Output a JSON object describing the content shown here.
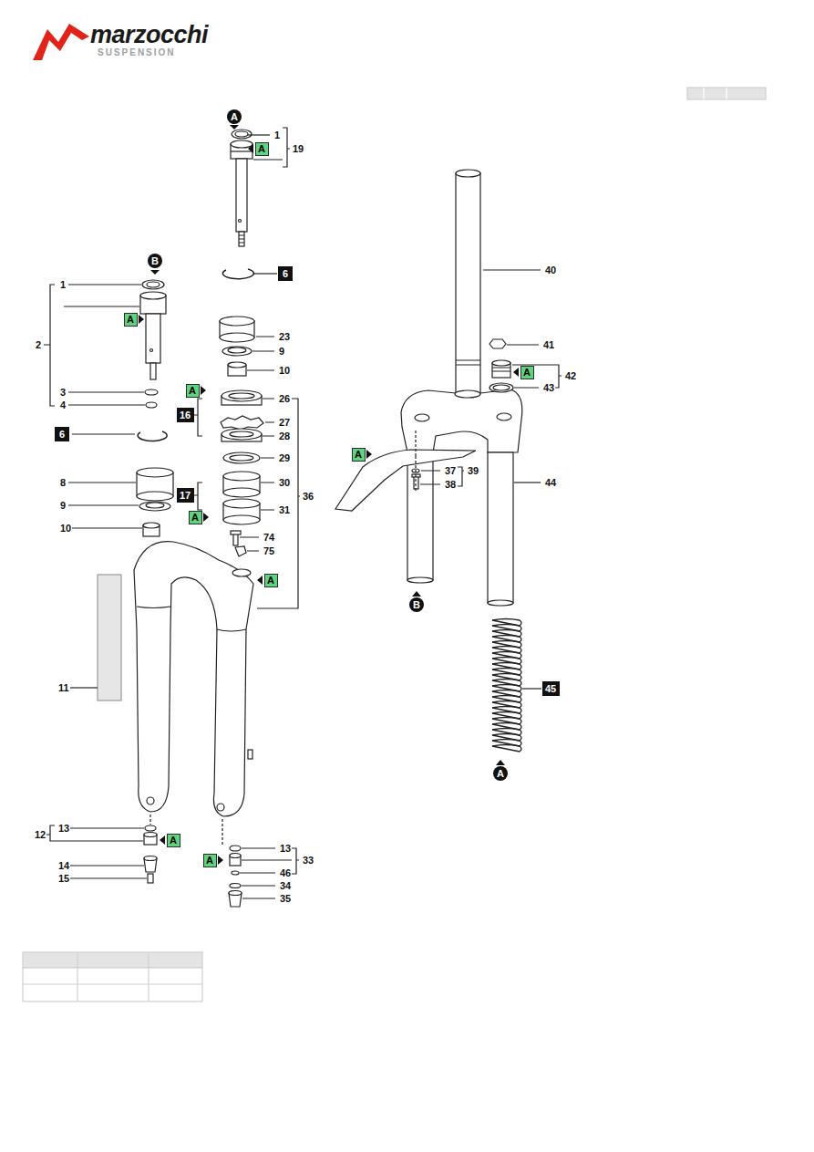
{
  "diagram": {
    "nodes": [
      {
        "text": [
          "A"
        ]
      },
      {
        "text": [
          "A"
        ]
      },
      {
        "text": [
          "B"
        ]
      },
      {
        "text": [
          "6"
        ]
      },
      {
        "text": [
          "A"
        ]
      },
      {
        "text": [
          "A"
        ]
      },
      {
        "text": [
          "16"
        ]
      },
      {
        "text": [
          "6"
        ]
      },
      {
        "text": [
          "17"
        ]
      },
      {
        "text": [
          "A"
        ]
      },
      {
        "text": [
          "A"
        ]
      },
      {
        "text": [
          "A"
        ]
      },
      {
        "text": [
          "A"
        ]
      },
      {
        "text": [
          "A"
        ]
      },
      {
        "text": [
          "A"
        ]
      },
      {
        "text": [
          "B"
        ]
      },
      {
        "text": [
          "45"
        ]
      },
      {
        "text": [
          "A"
        ]
      }
    ],
    "labels": [
      "marzocchi",
      "SUSPENSION",
      "1",
      "19",
      "1",
      "2",
      "23",
      "9",
      "10",
      "3",
      "4",
      "26",
      "36",
      "27",
      "28",
      "29",
      "8",
      "30",
      "31",
      "9",
      "10",
      "74",
      "75",
      "11",
      "13",
      "12",
      "14",
      "15",
      "13",
      "33",
      "46",
      "34",
      "35",
      "40",
      "41",
      "42",
      "43",
      "37",
      "39",
      "38",
      "44"
    ]
  }
}
